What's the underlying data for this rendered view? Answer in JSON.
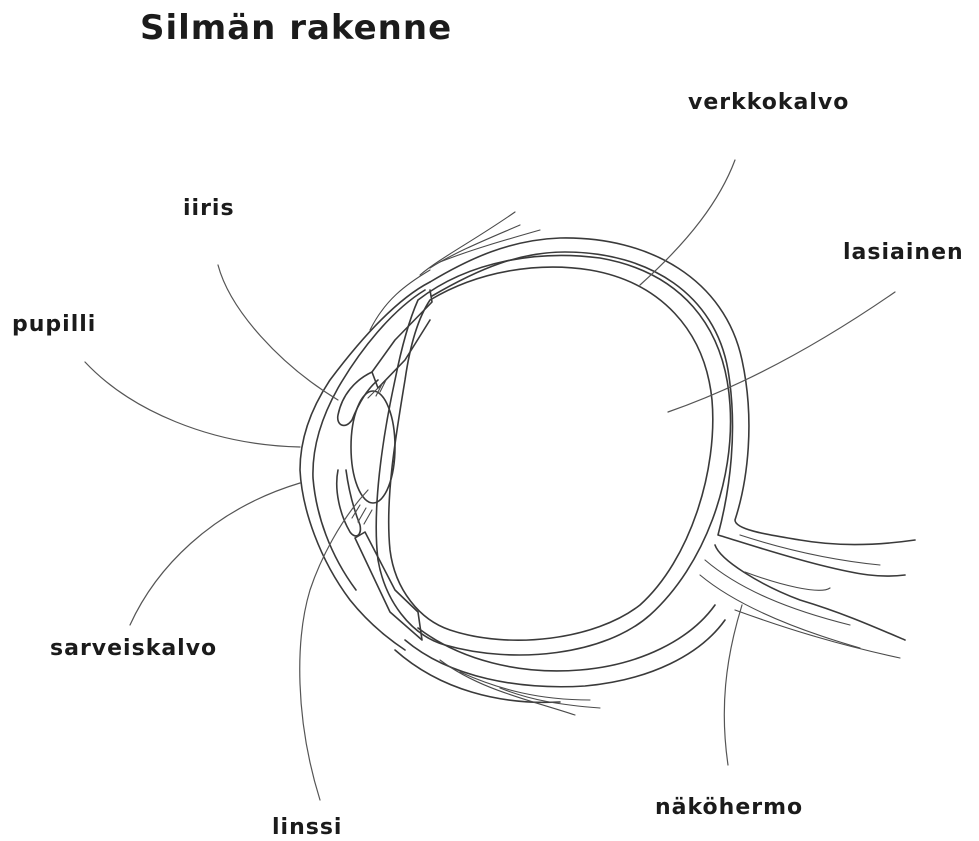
{
  "title": "Silmän rakenne",
  "labels": {
    "verkkokalvo": "verkkokalvo",
    "iiris": "iiris",
    "lasiainen": "lasiainen",
    "pupilli": "pupilli",
    "sarveiskalvo": "sarveiskalvo",
    "linssi": "linssi",
    "nakohermo": "näköhermo"
  }
}
